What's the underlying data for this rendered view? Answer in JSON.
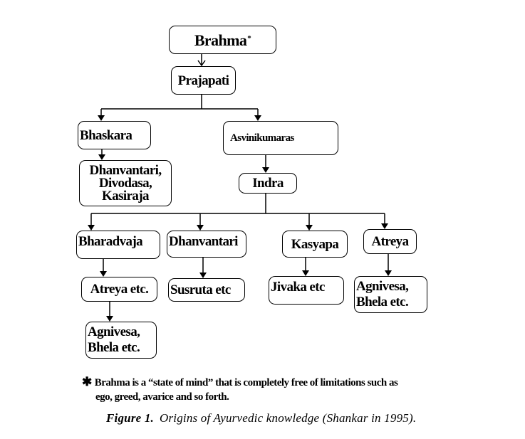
{
  "figure": {
    "caption_label": "Figure 1.",
    "caption_text": "Origins of Ayurvedic knowledge (Shankar in 1995).",
    "footnote_marker": "✱",
    "footnote_line1": "Brahma is a “state of mind” that is completely free of limitations such as",
    "footnote_line2": "ego, greed, avarice and so forth."
  },
  "nodes": {
    "brahma": {
      "label": "Brahma",
      "marker": "*"
    },
    "prajapati": {
      "label": "Prajapati"
    },
    "bhaskara": {
      "label": "Bhaskara"
    },
    "dhanvantari_divodasa": {
      "label": "Dhanvantari,\nDivodasa,\nKasiraja"
    },
    "asvinikumaras": {
      "label": "Asvinikumaras"
    },
    "indra": {
      "label": "Indra"
    },
    "bharadvaja": {
      "label": "Bharadvaja"
    },
    "dhanvantari": {
      "label": "Dhanvantari"
    },
    "kasyapa": {
      "label": "Kasyapa"
    },
    "atreya": {
      "label": "Atreya"
    },
    "atreya_etc": {
      "label": "Atreya etc."
    },
    "susruta_etc": {
      "label": "Susruta etc"
    },
    "jivaka_etc": {
      "label": "Jivaka etc"
    },
    "agnivesa_right": {
      "label": "Agnivesa,\nBhela etc."
    },
    "agnivesa_left": {
      "label": "Agnivesa,\nBhela etc."
    }
  },
  "edges": [
    [
      "brahma",
      "prajapati"
    ],
    [
      "prajapati",
      "bhaskara"
    ],
    [
      "prajapati",
      "asvinikumaras"
    ],
    [
      "bhaskara",
      "dhanvantari_divodasa"
    ],
    [
      "asvinikumaras",
      "indra"
    ],
    [
      "indra",
      "bharadvaja"
    ],
    [
      "indra",
      "dhanvantari"
    ],
    [
      "indra",
      "kasyapa"
    ],
    [
      "indra",
      "atreya"
    ],
    [
      "bharadvaja",
      "atreya_etc"
    ],
    [
      "dhanvantari",
      "susruta_etc"
    ],
    [
      "kasyapa",
      "jivaka_etc"
    ],
    [
      "atreya",
      "agnivesa_right"
    ],
    [
      "atreya_etc",
      "agnivesa_left"
    ]
  ]
}
